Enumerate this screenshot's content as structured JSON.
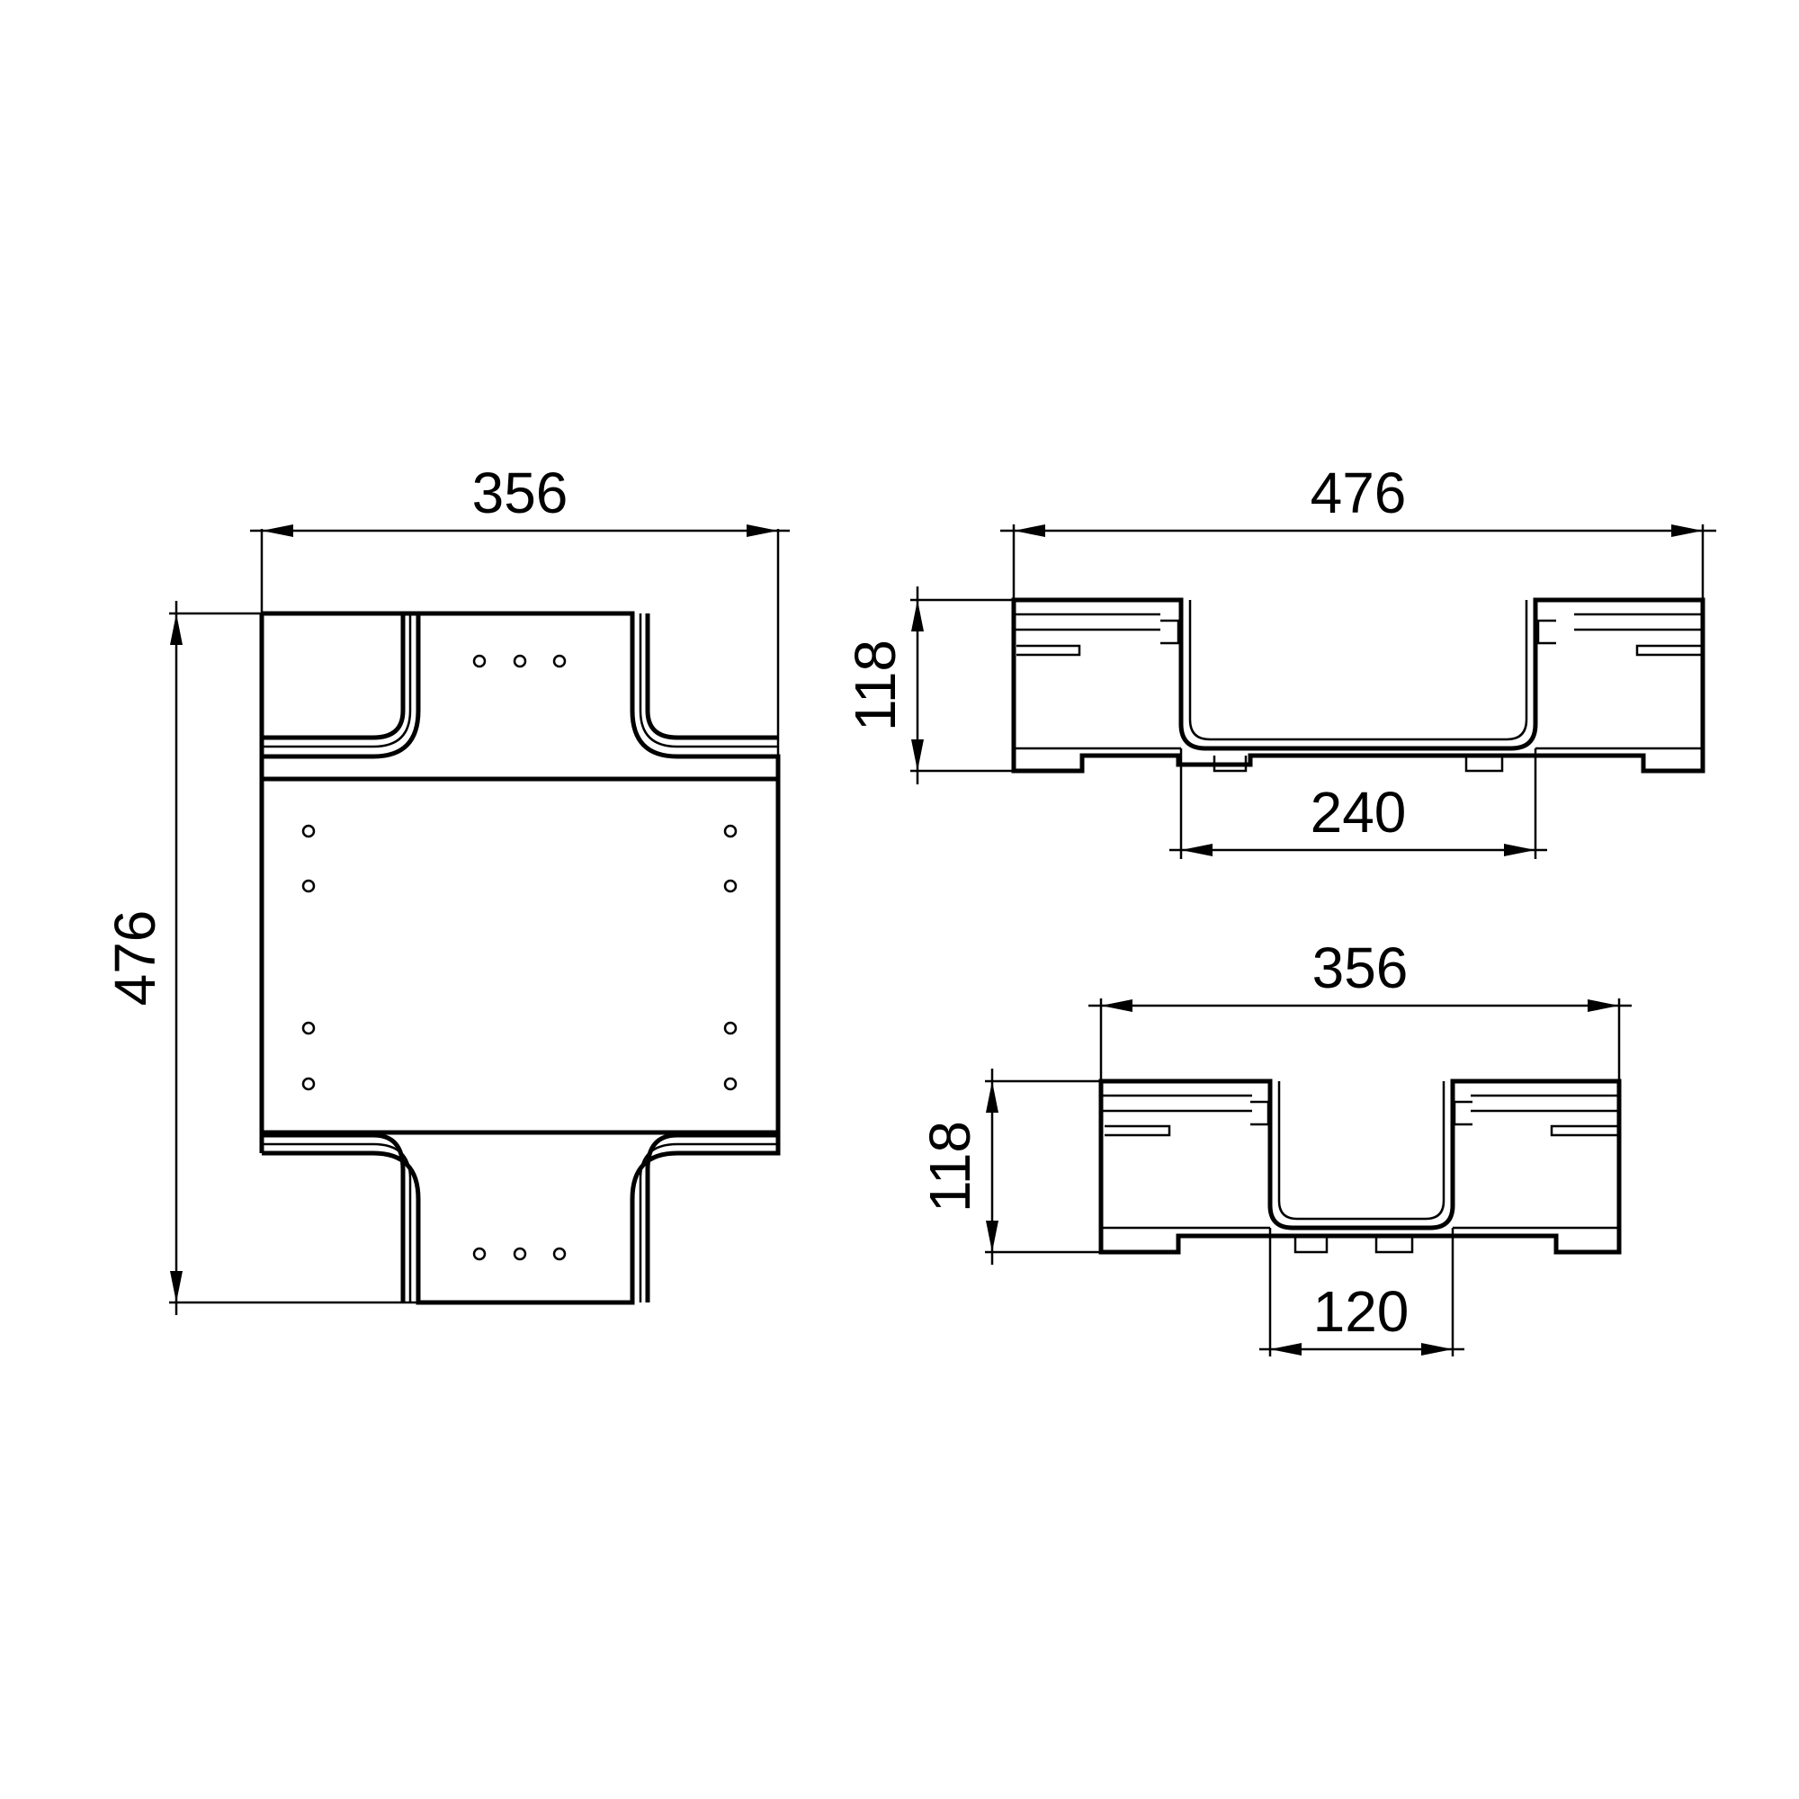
{
  "dimensions": {
    "top_view": {
      "width": "356",
      "length": "476"
    },
    "side_view_a": {
      "width": "476",
      "height": "118",
      "inner": "240"
    },
    "side_view_b": {
      "width": "356",
      "height": "118",
      "inner": "120"
    }
  }
}
